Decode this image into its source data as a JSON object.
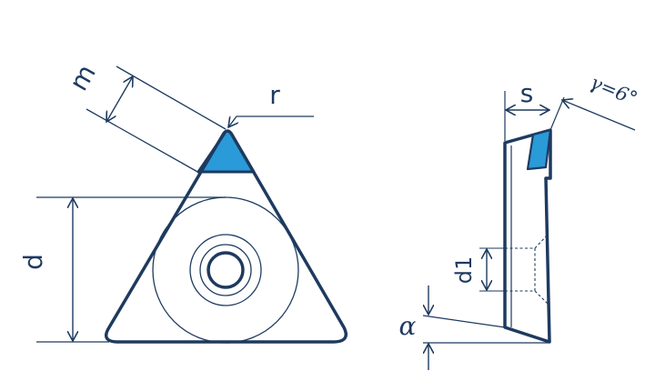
{
  "colors": {
    "stroke": "#1e3a5f",
    "accent": "#2a9ad8",
    "background": "#ffffff"
  },
  "labels": {
    "m": "m",
    "r": "r",
    "d": "d",
    "s": "s",
    "gamma": "γ=6°",
    "d1": "d1",
    "alpha": "α"
  }
}
